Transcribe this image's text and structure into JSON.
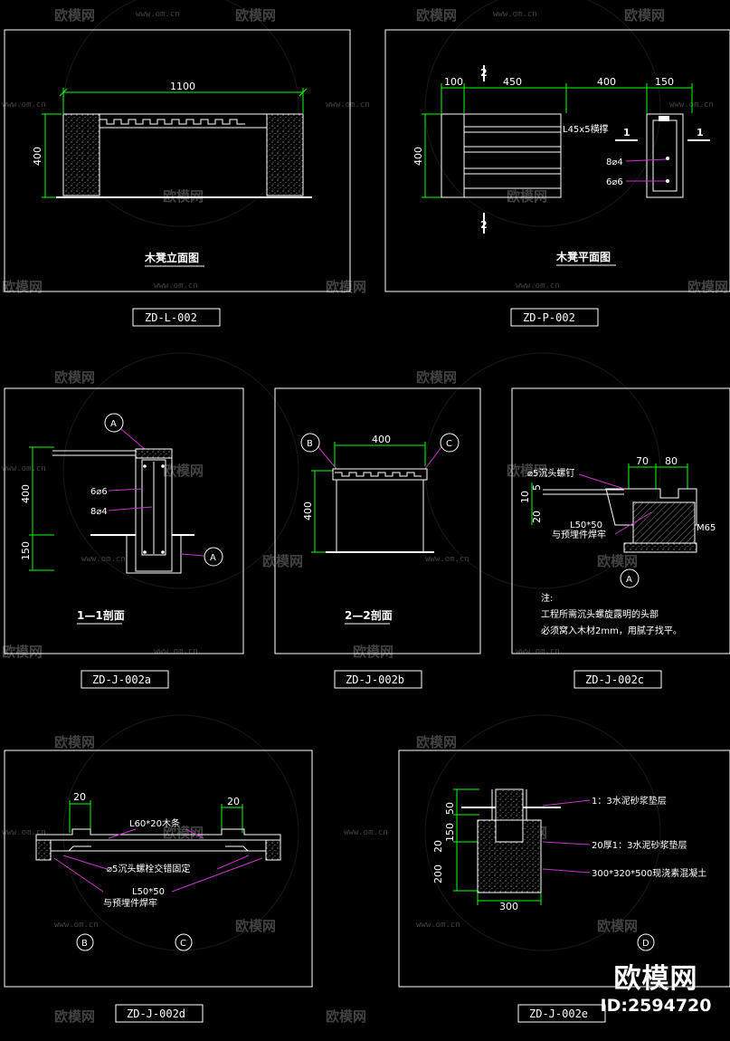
{
  "watermark": {
    "brand": "欧模网",
    "url": "www.om.cn"
  },
  "stamp": {
    "brand": "欧模网",
    "id": "ID:2594720"
  },
  "panels": {
    "elevation": {
      "title": "木凳立面图",
      "code": "ZD-L-002",
      "dims": {
        "width": "1100",
        "height": "400"
      }
    },
    "plan": {
      "title": "木凳平面图",
      "code": "ZD-P-002",
      "dims": {
        "d1": "100",
        "d2": "450",
        "d3": "400",
        "d4": "150",
        "height": "400"
      },
      "section_marks": {
        "s1": "1",
        "s2": "2"
      },
      "labels": {
        "angle": "L45x5横撑",
        "bar1": "8⌀4",
        "bar2": "6⌀6"
      }
    },
    "section11": {
      "title": "1—1剖面",
      "code": "ZD-J-002a",
      "dims": {
        "d400": "400",
        "d150": "150"
      },
      "labels": {
        "bar1": "6⌀6",
        "bar2": "8⌀4"
      },
      "markers": {
        "a": "A"
      }
    },
    "section22": {
      "title": "2—2剖面",
      "code": "ZD-J-002b",
      "dims": {
        "width": "400",
        "height": "400"
      },
      "markers": {
        "b": "B",
        "c": "C"
      }
    },
    "detailA": {
      "code": "ZD-J-002c",
      "dims": {
        "d70": "70",
        "d80": "80",
        "d10": "10",
        "d5": "5",
        "d20": "20"
      },
      "labels": {
        "screw": "⌀5沉头螺钉",
        "steel": "L50*50",
        "weld": "与预埋件焊牢",
        "m": "M65"
      },
      "marker": "A",
      "note": {
        "head": "注:",
        "line1": "工程所需沉头螺旋露明的头部",
        "line2": "必须窝入木材2mm，用腻子找平。"
      }
    },
    "detailBC": {
      "code": "ZD-J-002d",
      "dims": {
        "left": "20",
        "right": "20"
      },
      "labels": {
        "wood": "L60*20木条",
        "bolt": "⌀5沉头螺栓交错固定",
        "steel": "L50*50",
        "weld": "与预埋件焊牢"
      },
      "markers": {
        "b": "B",
        "c": "C"
      }
    },
    "detailD": {
      "code": "ZD-J-002e",
      "dims": {
        "d50": "50",
        "d150": "150",
        "d20": "20",
        "d200": "200",
        "d300": "300"
      },
      "labels": {
        "mortar1": "1：3水泥砂浆垫层",
        "mortar2": "20厚1：3水泥砂浆垫层",
        "concrete": "300*320*500现浇素混凝土"
      },
      "marker": "D"
    }
  }
}
